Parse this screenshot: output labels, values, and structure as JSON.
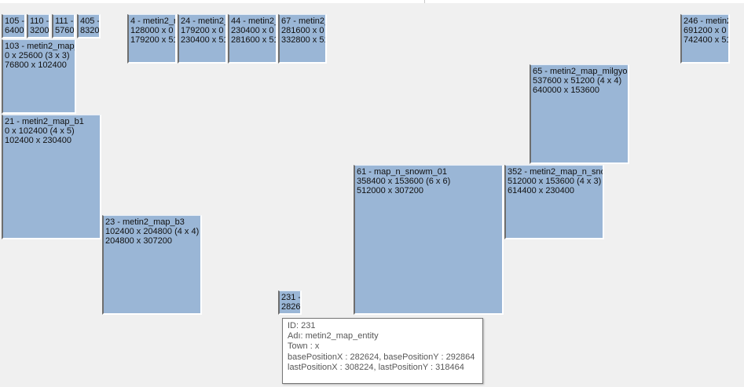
{
  "maps": [
    {
      "id": "map-105",
      "lines": [
        "105 -",
        "6400"
      ]
    },
    {
      "id": "map-110",
      "lines": [
        "110 -",
        "3200"
      ]
    },
    {
      "id": "map-111",
      "lines": [
        "111 -",
        "5760"
      ]
    },
    {
      "id": "map-405",
      "lines": [
        "405 -",
        "8320"
      ]
    },
    {
      "id": "map-4",
      "lines": [
        "4 - metin2_m",
        "128000 x 0",
        "179200 x 51"
      ]
    },
    {
      "id": "map-24",
      "lines": [
        "24 - metin2_",
        "179200 x 0",
        "230400 x 51"
      ]
    },
    {
      "id": "map-44",
      "lines": [
        "44 - metin2_",
        "230400 x 0",
        "281600 x 51"
      ]
    },
    {
      "id": "map-67",
      "lines": [
        "67 - metin2_",
        "281600 x 0",
        "332800 x 51"
      ]
    },
    {
      "id": "map-246",
      "lines": [
        "246 - metin2",
        "691200 x 0",
        "742400 x 51"
      ]
    },
    {
      "id": "map-103",
      "lines": [
        "103 - metin2_map_",
        "0 x 25600  (3 x 3)",
        "76800 x 102400"
      ]
    },
    {
      "id": "map-65",
      "lines": [
        "65 - metin2_map_milgyo",
        "537600 x 51200  (4 x 4)",
        "640000 x 153600"
      ]
    },
    {
      "id": "map-21",
      "lines": [
        "21 - metin2_map_b1",
        "0 x 102400  (4 x 5)",
        "102400 x 230400"
      ]
    },
    {
      "id": "map-61",
      "lines": [
        "61 - map_n_snowm_01",
        "358400 x 153600  (6 x 6)",
        "512000 x 307200"
      ]
    },
    {
      "id": "map-352",
      "lines": [
        "352 - metin2_map_n_snow",
        "512000 x 153600  (4 x 3)",
        "614400 x 230400"
      ]
    },
    {
      "id": "map-23",
      "lines": [
        "23 - metin2_map_b3",
        "102400 x 204800  (4 x 4)",
        "204800 x 307200"
      ]
    },
    {
      "id": "map-231",
      "lines": [
        "231 -",
        "2826"
      ]
    }
  ],
  "tooltip": {
    "lines": [
      "ID: 231",
      "Adı: metin2_map_entity",
      "Town :  x",
      "basePositionX : 282624, basePositionY : 292864",
      "lastPositionX : 308224, lastPositionY : 318464"
    ]
  }
}
